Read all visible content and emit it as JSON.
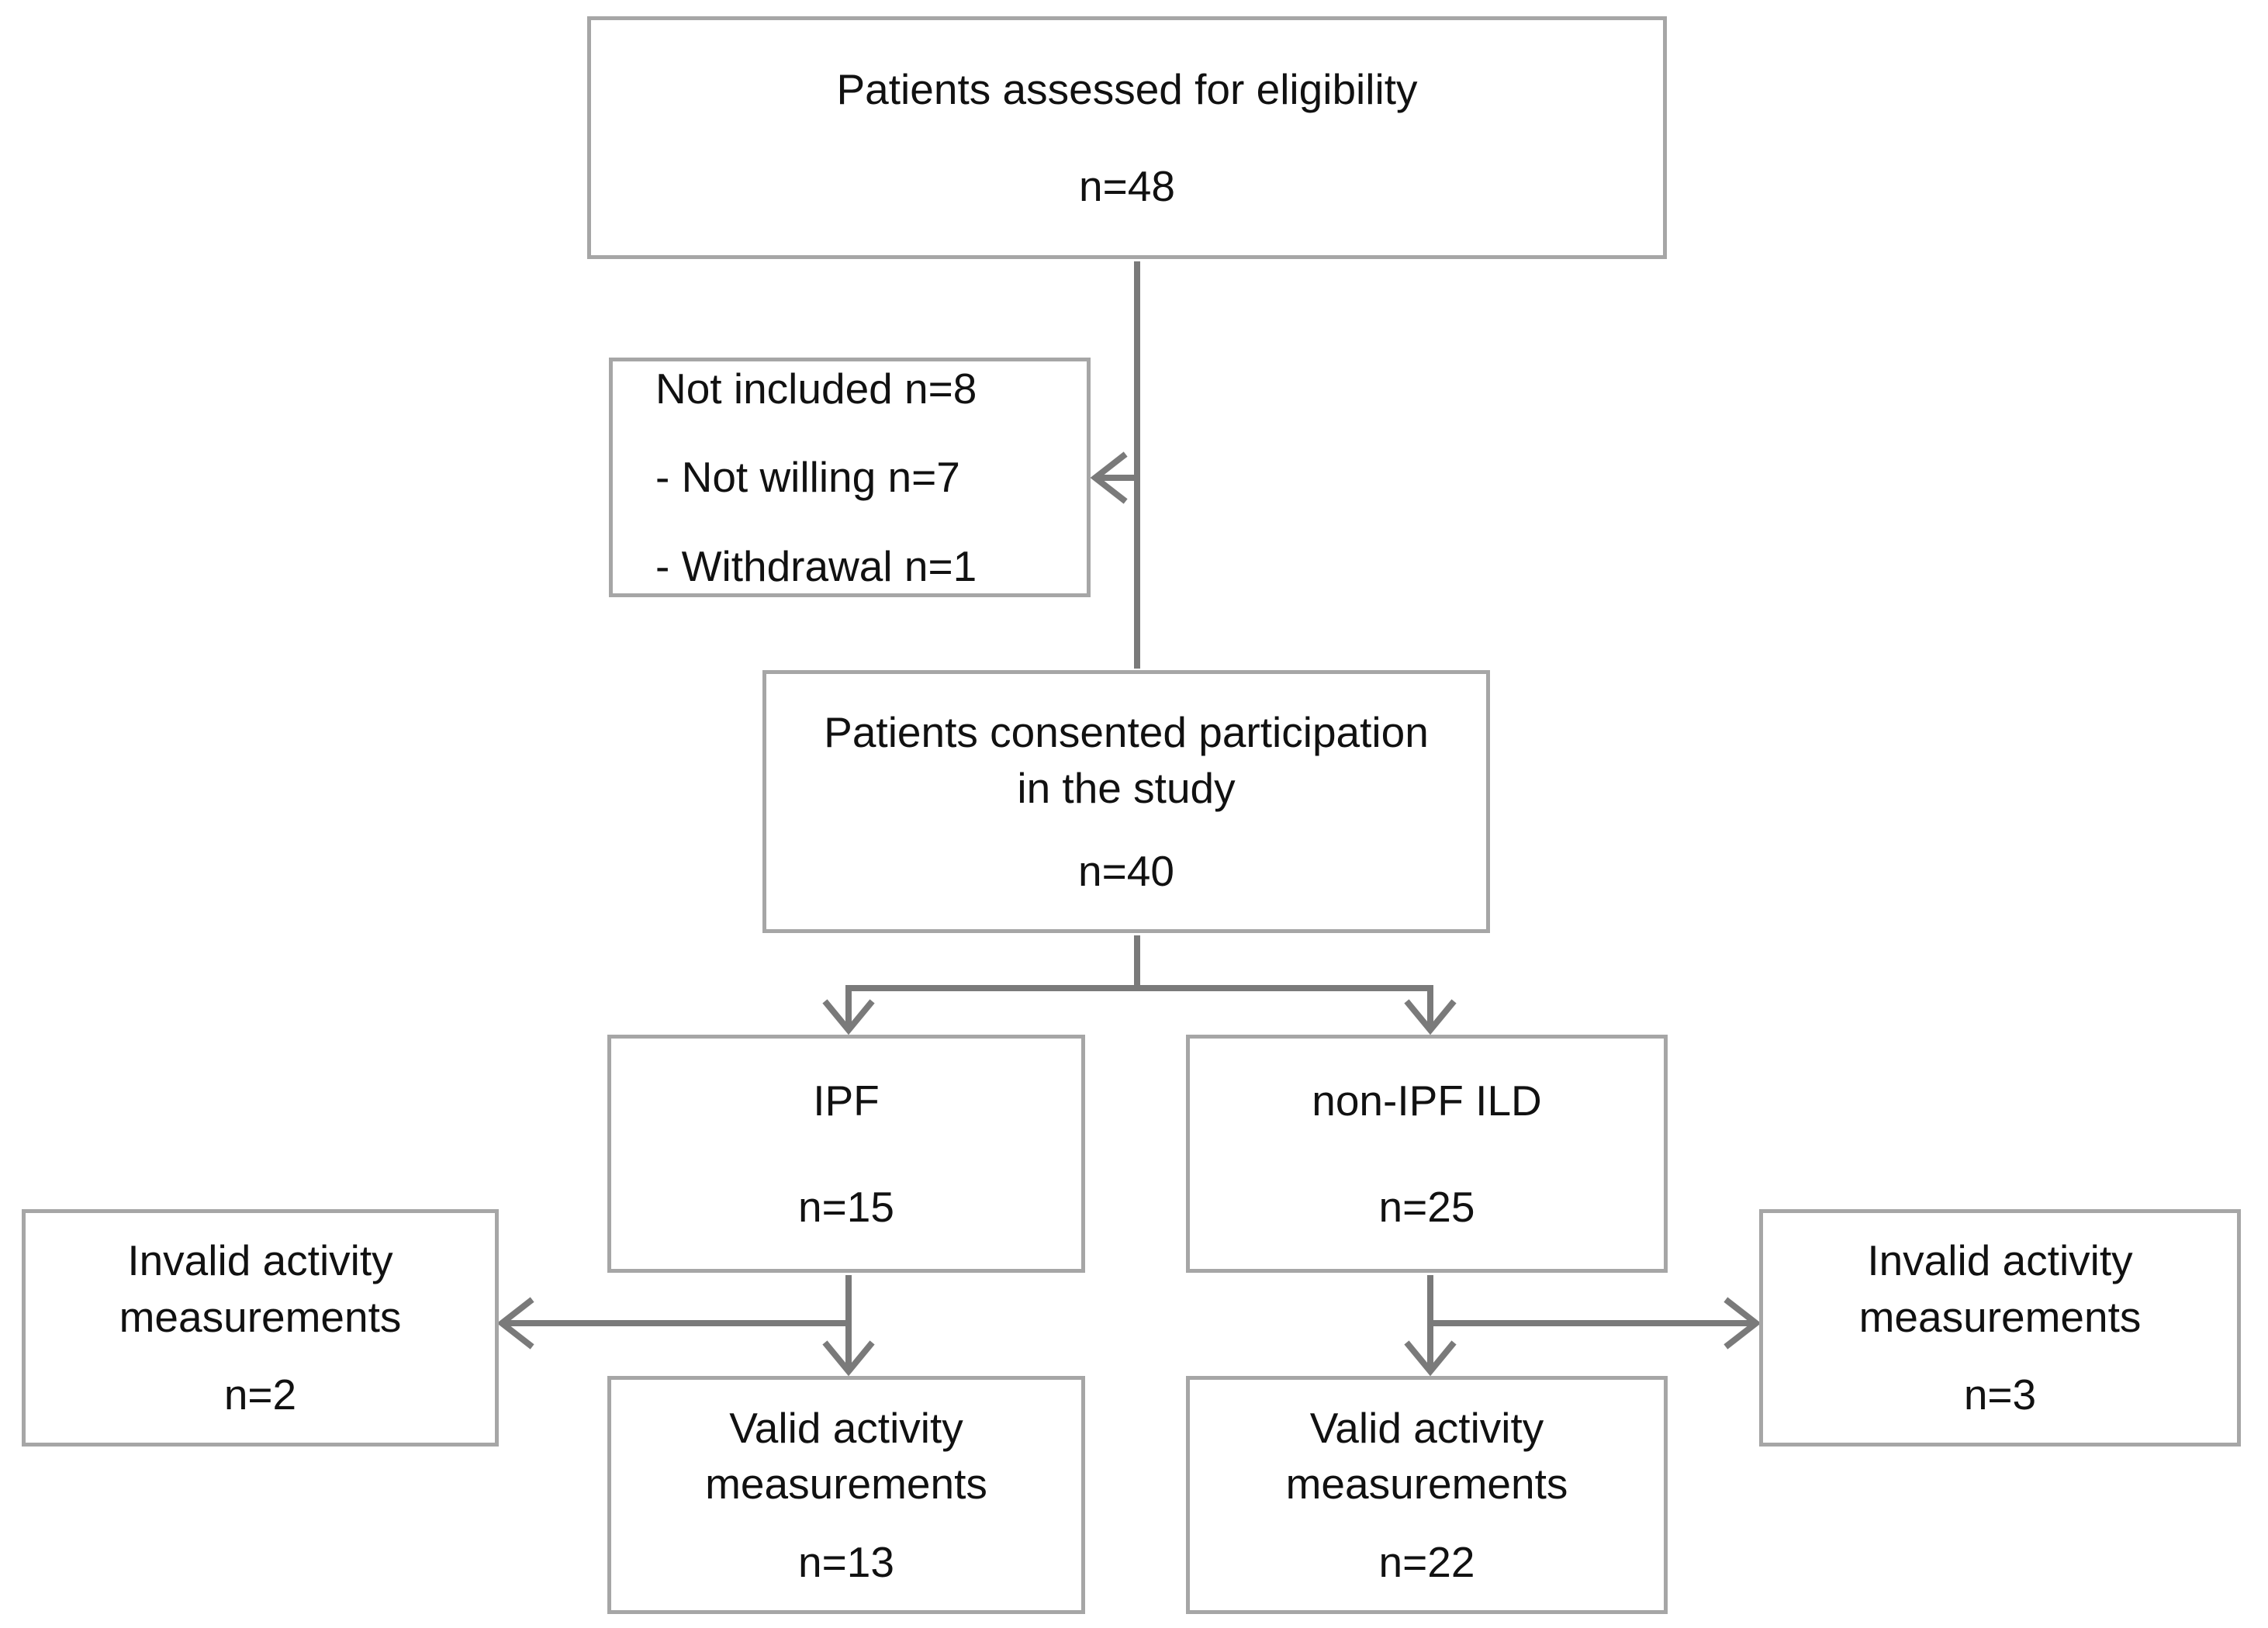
{
  "colors": {
    "box_border": "#a6a6a6",
    "connector": "#7a7a7a",
    "text": "#111111",
    "background": "#ffffff"
  },
  "diagram": {
    "boxes": {
      "eligibility": {
        "title": "Patients assessed for eligibility",
        "n": "n=48"
      },
      "not_included": {
        "lines": [
          "Not included n=8",
          "- Not willing n=7",
          "- Withdrawal n=1"
        ]
      },
      "consented": {
        "title": "Patients consented participation in the study",
        "n": "n=40"
      },
      "ipf": {
        "title": "IPF",
        "n": "n=15"
      },
      "non_ipf": {
        "title": "non-IPF ILD",
        "n": "n=25"
      },
      "invalid_ipf": {
        "title": "Invalid activity measurements",
        "n": "n=2"
      },
      "valid_ipf": {
        "title": "Valid activity measurements",
        "n": "n=13"
      },
      "invalid_non_ipf": {
        "title": "Invalid activity measurements",
        "n": "n=3"
      },
      "valid_non_ipf": {
        "title": "Valid activity measurements",
        "n": "n=22"
      }
    }
  }
}
